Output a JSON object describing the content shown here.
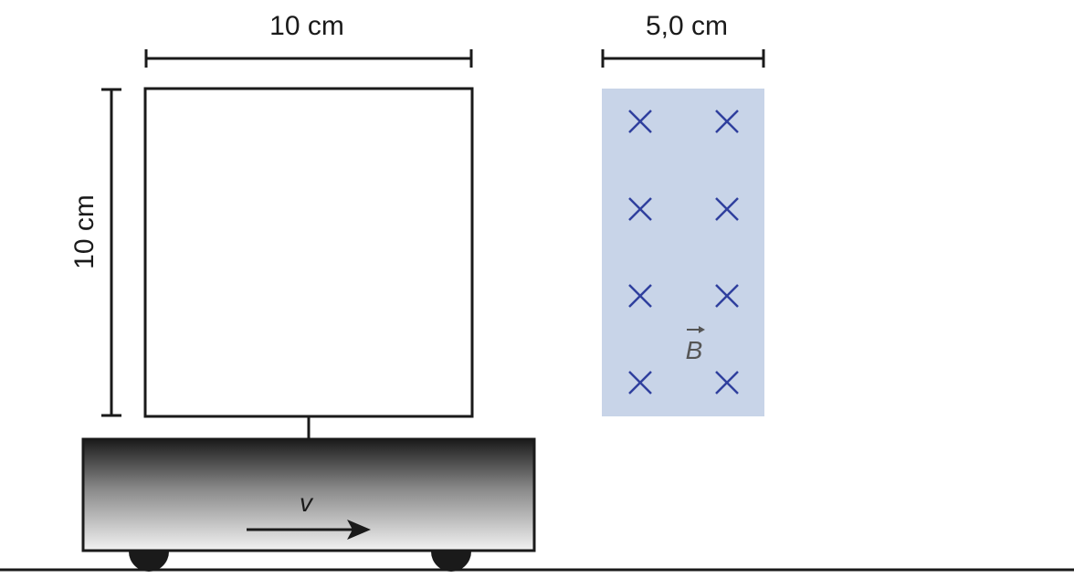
{
  "labels": {
    "loop_width": "10 cm",
    "loop_height": "10 cm",
    "field_width": "5,0 cm",
    "velocity": "v",
    "field": "B"
  },
  "colors": {
    "field_region": "#c8d4e8",
    "field_marker": "#2f3f9e",
    "line": "#1a1a1a",
    "cart_top": "#1a1a1a",
    "cart_bottom": "#f2f2f2"
  },
  "field_markers": {
    "rows": 4,
    "cols": 2,
    "symbol": "cross"
  }
}
